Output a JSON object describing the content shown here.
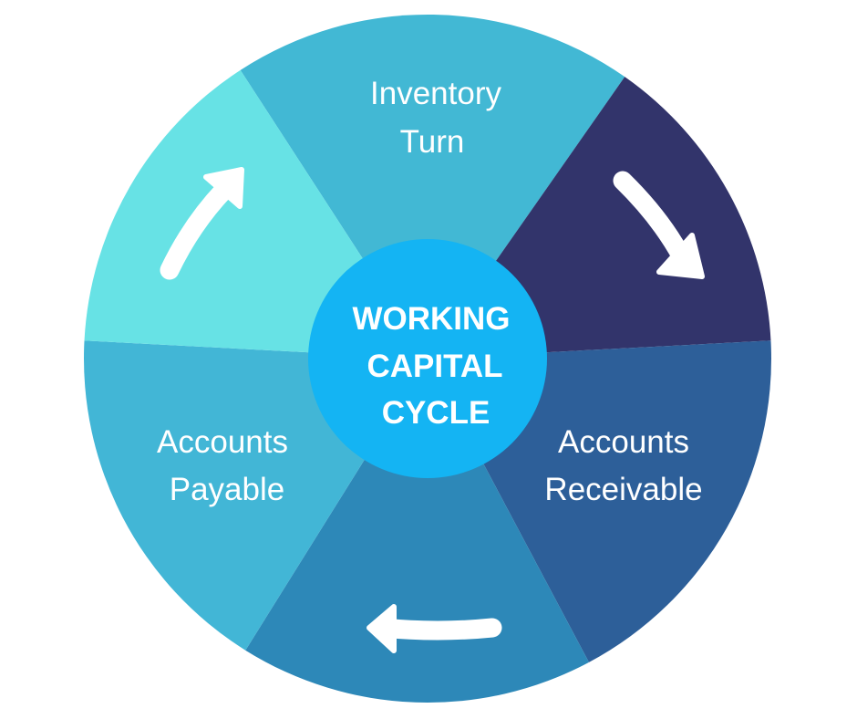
{
  "diagram": {
    "center_title": [
      "WORKING",
      "CAPITAL",
      "CYCLE"
    ],
    "segments": [
      {
        "id": "inventory-turn",
        "lines": [
          "Inventory",
          "Turn"
        ],
        "color": "#42b8d4"
      },
      {
        "id": "arrow-top-right",
        "lines": [],
        "color": "#32346b",
        "arrow": "arrow-right-icon"
      },
      {
        "id": "accounts-receivable",
        "lines": [
          "Accounts",
          "Receivable"
        ],
        "color": "#2d5f99"
      },
      {
        "id": "arrow-bottom",
        "lines": [],
        "color": "#2d88b8",
        "arrow": "arrow-left-icon"
      },
      {
        "id": "accounts-payable",
        "lines": [
          "Accounts",
          "Payable"
        ],
        "color": "#42b6d6"
      },
      {
        "id": "arrow-top-left",
        "lines": [],
        "color": "#67e2e5",
        "arrow": "arrow-up-icon"
      }
    ],
    "hub_color": "#14b4f3",
    "text_color": "#ffffff"
  }
}
